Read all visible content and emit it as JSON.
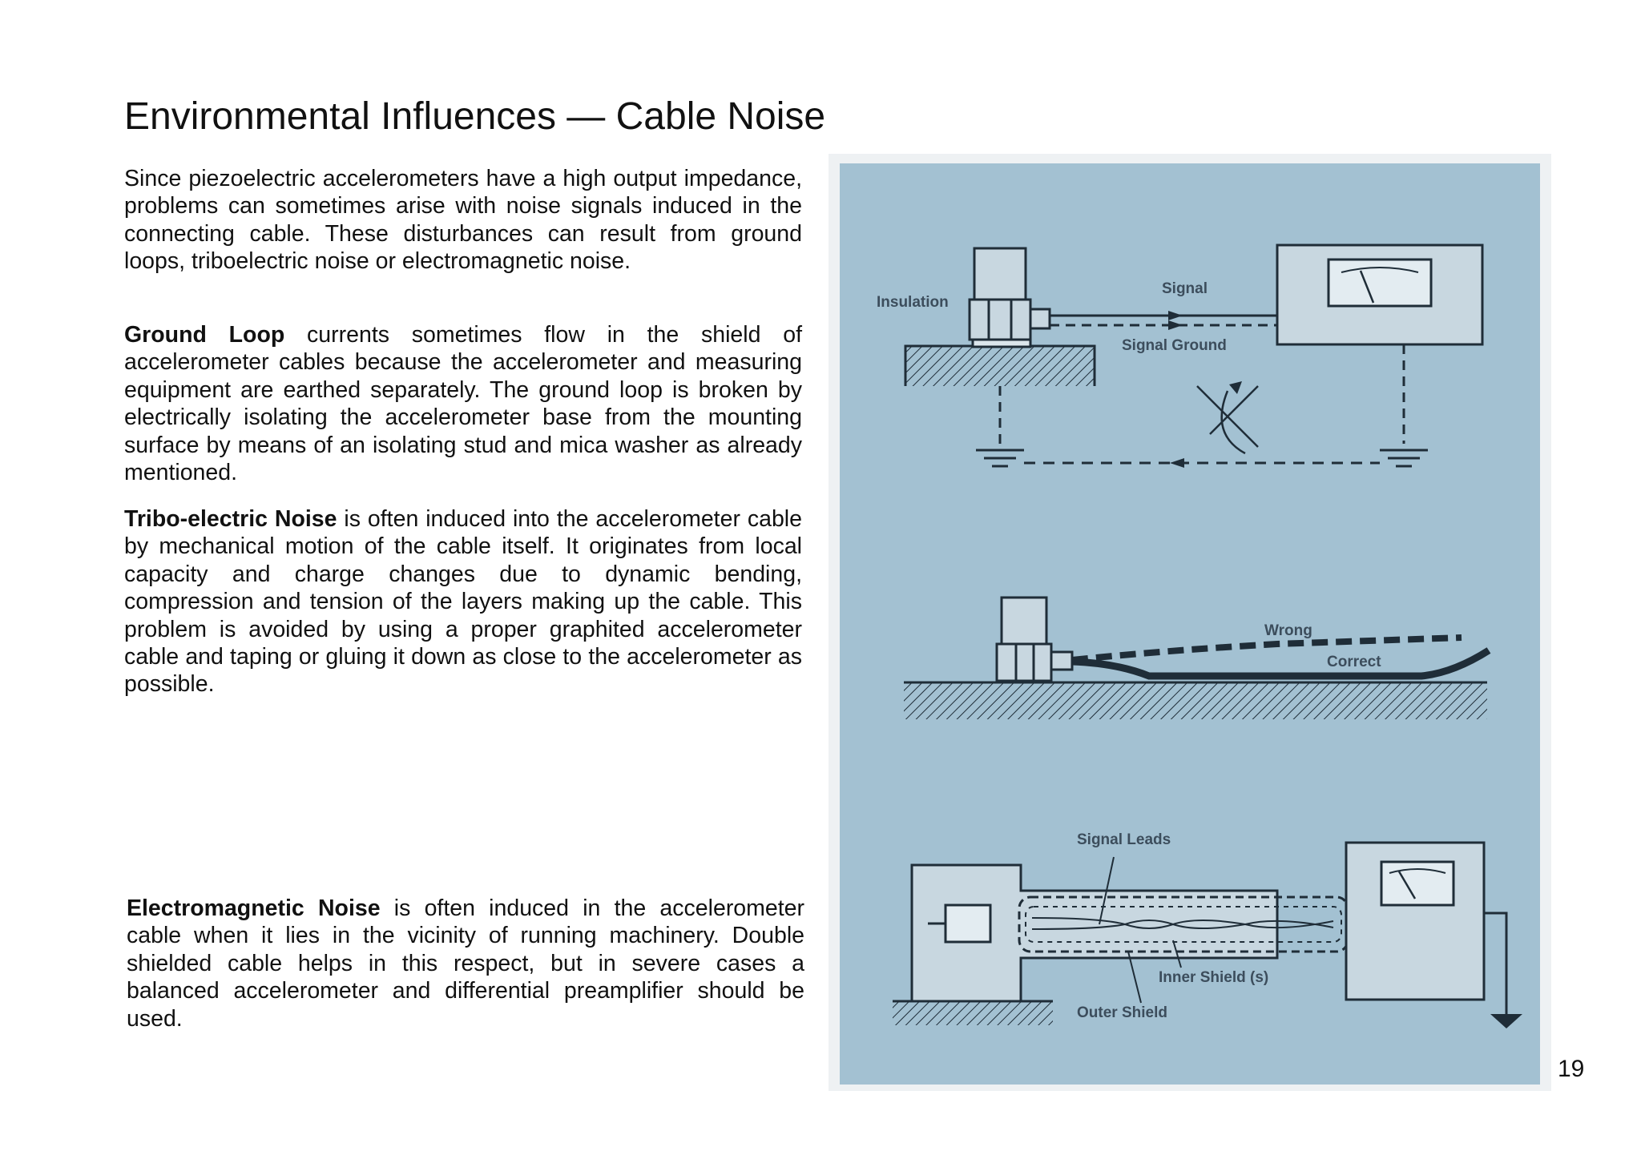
{
  "page": {
    "title": "Environmental Influences — Cable Noise",
    "page_number": "19"
  },
  "intro": {
    "text": "Since piezoelectric accelerometers have a high output im­pedance, problems can sometimes arise with noise sig­nals induced in the connecting cable. These distur­bances can result from ground loops, triboelectric noise or electromagnetic noise."
  },
  "ground_loop": {
    "term": "Ground Loop",
    "text": " currents sometimes flow in the shield of accelerometer cables because the accelerometer and measuring equipment are earthed separately. The ground loop is broken by electrically isolating the acceler­ometer base from the mounting surface by means of an isolating stud and mica washer as already mentioned."
  },
  "tribo": {
    "term": "Tribo-electric Noise",
    "text": " is often induced into the acceler­ometer cable by mechanical motion of the cable itself. It originates from local capacity and charge changes due to dynamic bending, compression and tension of the layers making up the cable. This problem is avoided by using a proper graphited accelerometer cable and taping or glu­ing it down as close to the accelerometer as possible."
  },
  "em": {
    "term": "Electromagnetic Noise",
    "text": " is often induced in the acceler­ometer cable when it lies in the vicinity of running ma­chinery. Double shielded cable helps in this respect, but in severe cases a balanced accelerometer and differen­tial preamplifier should be used."
  },
  "figure": {
    "background_color": "#a3c1d2",
    "ink_color": "#1f2d38",
    "labels": {
      "insulation": "Insulation",
      "signal": "Signal",
      "signal_ground": "Signal Ground",
      "wrong": "Wrong",
      "correct": "Correct",
      "signal_leads": "Signal Leads",
      "inner_shield": "Inner Shield (s)",
      "outer_shield": "Outer Shield"
    }
  }
}
